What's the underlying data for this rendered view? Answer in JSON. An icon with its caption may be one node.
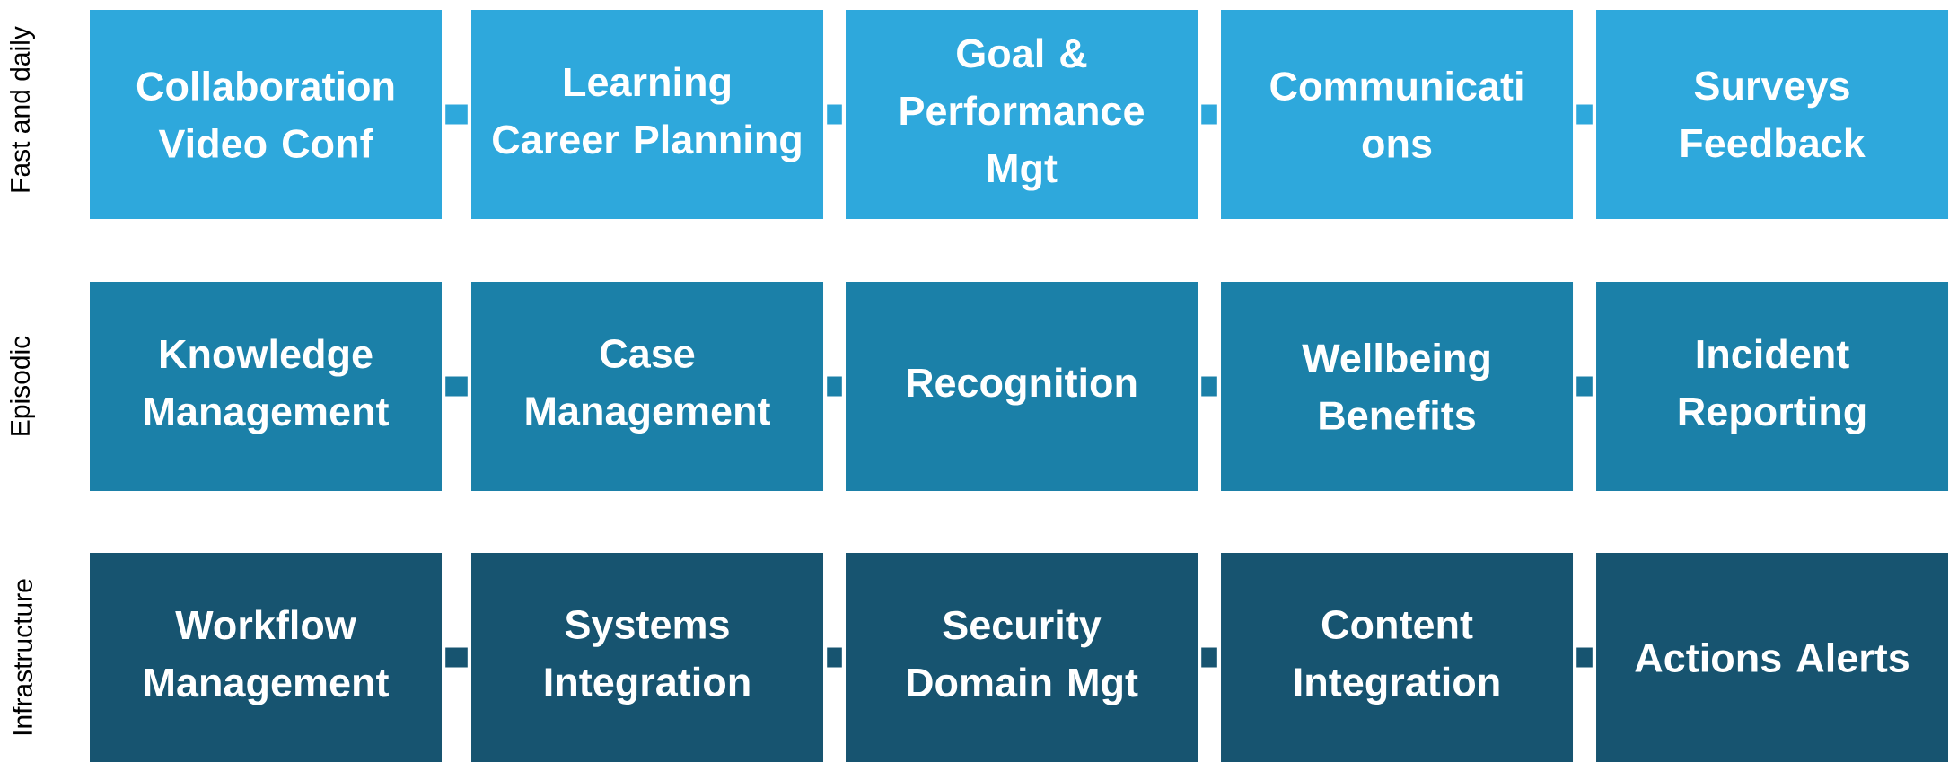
{
  "diagram": {
    "nodes": [
      {
        "text": [
          "Collaboration Video Conf"
        ]
      },
      {
        "text": [
          "Learning Career Planning"
        ]
      },
      {
        "text": [
          "Goal & Performance Mgt"
        ]
      },
      {
        "text": [
          "Communicati ons"
        ]
      },
      {
        "text": [
          "Surveys Feedback"
        ]
      },
      {
        "text": [
          "Knowledge Management"
        ]
      },
      {
        "text": [
          "Case Management"
        ]
      },
      {
        "text": [
          "Recognition"
        ]
      },
      {
        "text": [
          "Wellbeing Benefits"
        ]
      },
      {
        "text": [
          "Incident Reporting"
        ]
      },
      {
        "text": [
          "Workflow Management"
        ]
      },
      {
        "text": [
          "Systems Integration"
        ]
      },
      {
        "text": [
          "Security Domain Mgt"
        ]
      },
      {
        "text": [
          "Content Integration"
        ]
      },
      {
        "text": [
          "Actions Alerts"
        ]
      }
    ],
    "edges": [
      {
        "from": 0,
        "to": 1,
        "arrow": "none",
        "color": "#2ea8dc"
      },
      {
        "from": 1,
        "to": 2,
        "arrow": "none",
        "color": "#2ea8dc"
      },
      {
        "from": 2,
        "to": 3,
        "arrow": "none",
        "color": "#2ea8dc"
      },
      {
        "from": 3,
        "to": 4,
        "arrow": "none",
        "color": "#2ea8dc"
      },
      {
        "from": 5,
        "to": 6,
        "arrow": "none",
        "color": "#1b80a8"
      },
      {
        "from": 6,
        "to": 7,
        "arrow": "none",
        "color": "#1b80a8"
      },
      {
        "from": 7,
        "to": 8,
        "arrow": "none",
        "color": "#1b80a8"
      },
      {
        "from": 8,
        "to": 9,
        "arrow": "none",
        "color": "#1b80a8"
      },
      {
        "from": 10,
        "to": 11,
        "arrow": "none",
        "color": "#175470"
      },
      {
        "from": 11,
        "to": 12,
        "arrow": "none",
        "color": "#175470"
      },
      {
        "from": 12,
        "to": 13,
        "arrow": "none",
        "color": "#175470"
      },
      {
        "from": 13,
        "to": 14,
        "arrow": "none",
        "color": "#175470"
      }
    ],
    "labels": [
      "Fast and daily",
      "Episodic",
      "Infrastructure"
    ]
  }
}
